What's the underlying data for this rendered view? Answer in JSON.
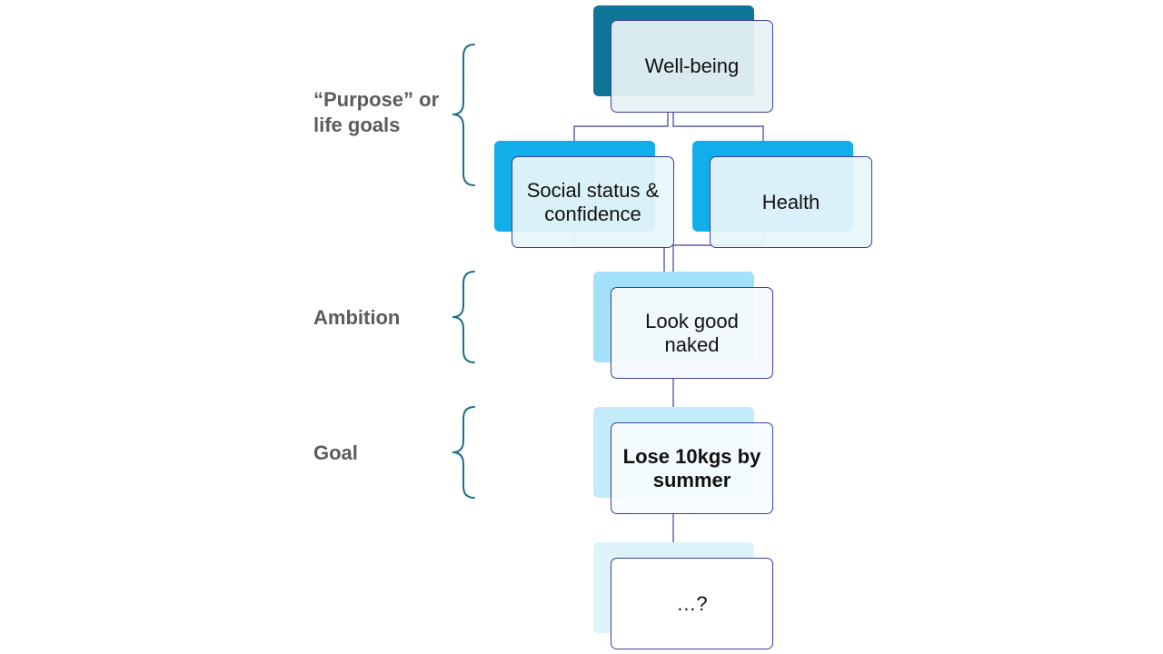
{
  "colors": {
    "level1": "#0f7697",
    "level2": "#12aeea",
    "level3": "#a2e1f7",
    "level4": "#c4ebf9",
    "level5": "#dff3fb",
    "connector": "#3a3f9a",
    "bracket": "#1e6f8a",
    "label_text": "#5b5b5b"
  },
  "labels": {
    "purpose": "“Purpose” or life goals",
    "ambition": "Ambition",
    "goal": "Goal"
  },
  "nodes": {
    "wellbeing": "Well-being",
    "social": "Social status & confidence",
    "health": "Health",
    "look_good": "Look good naked",
    "lose_weight": "Lose 10kgs by summer",
    "unknown": "…?"
  }
}
